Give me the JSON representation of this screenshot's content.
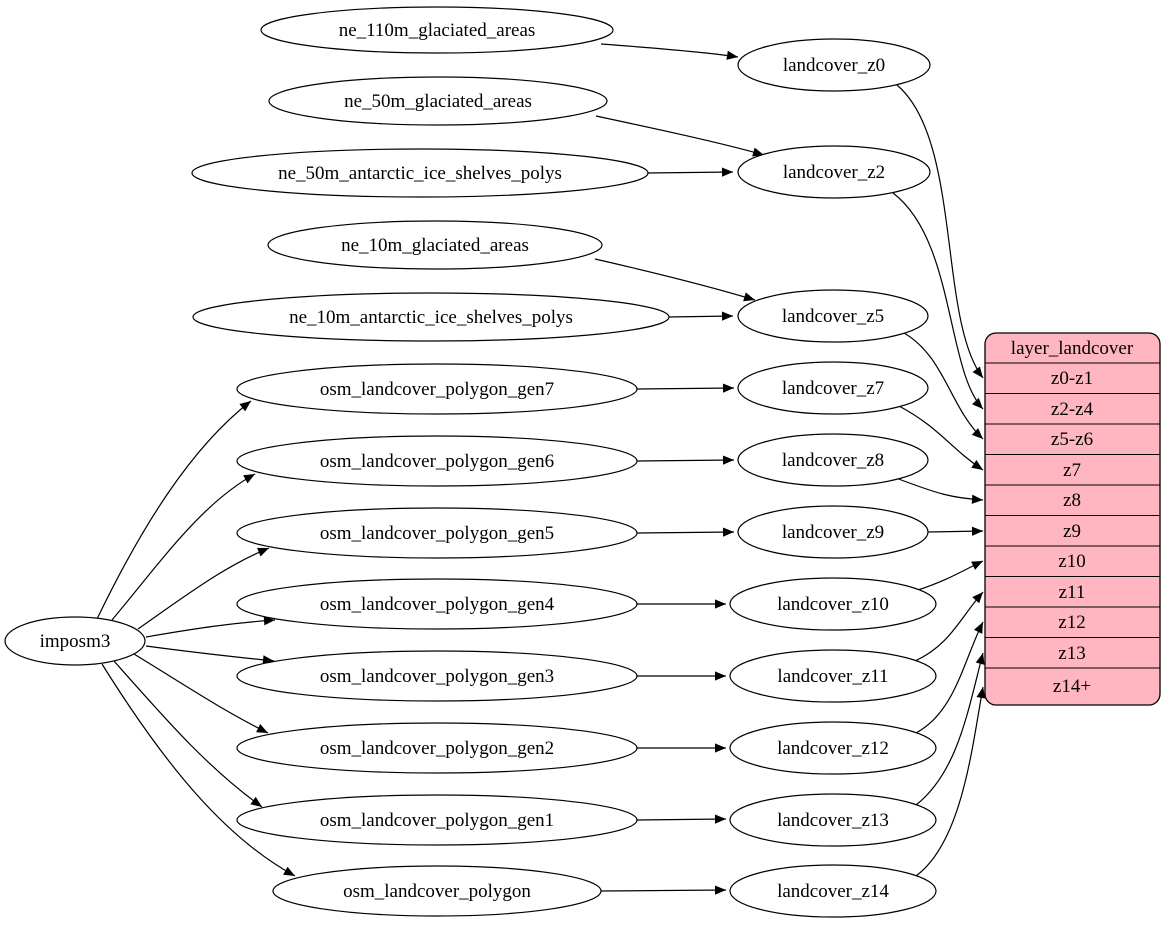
{
  "colors": {
    "background": "#ffffff",
    "node_fill": "#ffffff",
    "node_stroke": "#000000",
    "edge": "#000000",
    "table_fill": "#ffb6c1",
    "text": "#000000"
  },
  "nodes": {
    "imposm3": "imposm3",
    "ne_110m_glaciated_areas": "ne_110m_glaciated_areas",
    "ne_50m_glaciated_areas": "ne_50m_glaciated_areas",
    "ne_50m_antarctic_ice_shelves_polys": "ne_50m_antarctic_ice_shelves_polys",
    "ne_10m_glaciated_areas": "ne_10m_glaciated_areas",
    "ne_10m_antarctic_ice_shelves_polys": "ne_10m_antarctic_ice_shelves_polys",
    "osm_landcover_polygon_gen7": "osm_landcover_polygon_gen7",
    "osm_landcover_polygon_gen6": "osm_landcover_polygon_gen6",
    "osm_landcover_polygon_gen5": "osm_landcover_polygon_gen5",
    "osm_landcover_polygon_gen4": "osm_landcover_polygon_gen4",
    "osm_landcover_polygon_gen3": "osm_landcover_polygon_gen3",
    "osm_landcover_polygon_gen2": "osm_landcover_polygon_gen2",
    "osm_landcover_polygon_gen1": "osm_landcover_polygon_gen1",
    "osm_landcover_polygon": "osm_landcover_polygon",
    "landcover_z0": "landcover_z0",
    "landcover_z2": "landcover_z2",
    "landcover_z5": "landcover_z5",
    "landcover_z7": "landcover_z7",
    "landcover_z8": "landcover_z8",
    "landcover_z9": "landcover_z9",
    "landcover_z10": "landcover_z10",
    "landcover_z11": "landcover_z11",
    "landcover_z12": "landcover_z12",
    "landcover_z13": "landcover_z13",
    "landcover_z14": "landcover_z14"
  },
  "table": {
    "title": "layer_landcover",
    "rows": [
      "z0-z1",
      "z2-z4",
      "z5-z6",
      "z7",
      "z8",
      "z9",
      "z10",
      "z11",
      "z12",
      "z13",
      "z14+"
    ]
  },
  "edges": [
    "imposm3 -> osm_landcover_polygon_gen7",
    "imposm3 -> osm_landcover_polygon_gen6",
    "imposm3 -> osm_landcover_polygon_gen5",
    "imposm3 -> osm_landcover_polygon_gen4",
    "imposm3 -> osm_landcover_polygon_gen3",
    "imposm3 -> osm_landcover_polygon_gen2",
    "imposm3 -> osm_landcover_polygon_gen1",
    "imposm3 -> osm_landcover_polygon",
    "ne_110m_glaciated_areas -> landcover_z0",
    "ne_50m_glaciated_areas -> landcover_z2",
    "ne_50m_antarctic_ice_shelves_polys -> landcover_z2",
    "ne_10m_glaciated_areas -> landcover_z5",
    "ne_10m_antarctic_ice_shelves_polys -> landcover_z5",
    "osm_landcover_polygon_gen7 -> landcover_z7",
    "osm_landcover_polygon_gen6 -> landcover_z8",
    "osm_landcover_polygon_gen5 -> landcover_z9",
    "osm_landcover_polygon_gen4 -> landcover_z10",
    "osm_landcover_polygon_gen3 -> landcover_z11",
    "osm_landcover_polygon_gen2 -> landcover_z12",
    "osm_landcover_polygon_gen1 -> landcover_z13",
    "osm_landcover_polygon -> landcover_z14",
    "landcover_z0 -> layer_landcover:z0-z1",
    "landcover_z2 -> layer_landcover:z2-z4",
    "landcover_z5 -> layer_landcover:z5-z6",
    "landcover_z7 -> layer_landcover:z7",
    "landcover_z8 -> layer_landcover:z8",
    "landcover_z9 -> layer_landcover:z9",
    "landcover_z10 -> layer_landcover:z10",
    "landcover_z11 -> layer_landcover:z11",
    "landcover_z12 -> layer_landcover:z12",
    "landcover_z13 -> layer_landcover:z13",
    "landcover_z14 -> layer_landcover:z14+"
  ]
}
